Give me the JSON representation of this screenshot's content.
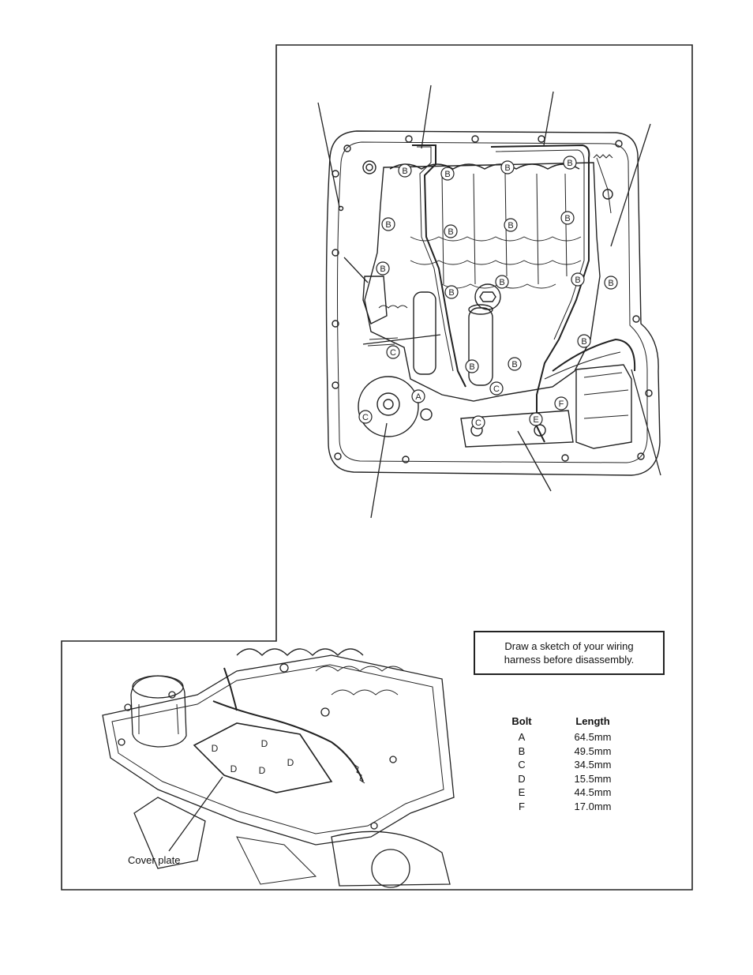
{
  "note": {
    "lines": [
      "Draw a sketch of your wiring",
      "harness before disassembly."
    ]
  },
  "bolt_table": {
    "headers": {
      "bolt": "Bolt",
      "length": "Length"
    },
    "rows": [
      {
        "bolt": "A",
        "length": "64.5mm"
      },
      {
        "bolt": "B",
        "length": "49.5mm"
      },
      {
        "bolt": "C",
        "length": "34.5mm"
      },
      {
        "bolt": "D",
        "length": "15.5mm"
      },
      {
        "bolt": "E",
        "length": "44.5mm"
      },
      {
        "bolt": "F",
        "length": "17.0mm"
      }
    ]
  },
  "caption": "Cover plate",
  "markers": {
    "A": "A",
    "B": "B",
    "C": "C",
    "D": "D",
    "E": "E",
    "F": "F"
  }
}
